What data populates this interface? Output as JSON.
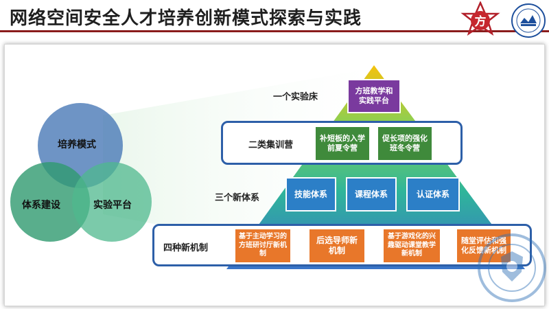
{
  "slide": {
    "title": "网络空间安全人才培养创新模式探索与实践"
  },
  "venn": {
    "circles": [
      {
        "label": "培养模式",
        "color": "#4a79b6"
      },
      {
        "label": "体系建设",
        "color": "#2f9a6f"
      },
      {
        "label": "实验平台",
        "color": "#4fb88e"
      }
    ]
  },
  "pyramid": {
    "levels": [
      {
        "label": "一个实验床",
        "items": [
          "方班教学和实践平台"
        ]
      },
      {
        "label": "二类集训营",
        "items": [
          "补短板的入学前夏令营",
          "促长项的强化班冬令营"
        ]
      },
      {
        "label": "三个新体系",
        "items": [
          "技能体系",
          "课程体系",
          "认证体系"
        ]
      },
      {
        "label": "四种新机制",
        "items": [
          "基于主动学习的方班研讨厅新机制",
          "后选导师新机制",
          "基于游戏化的兴趣驱动课堂教学新机制",
          "随堂评估和强化反馈新机制"
        ]
      }
    ],
    "colors": {
      "top": "#f4c20d",
      "mid": "#7fd15a",
      "low": "#2fb59a",
      "base": "#3a74c9"
    }
  },
  "icons": [
    "fang-logo-icon",
    "university-seal-icon",
    "watermark-seal-icon"
  ]
}
